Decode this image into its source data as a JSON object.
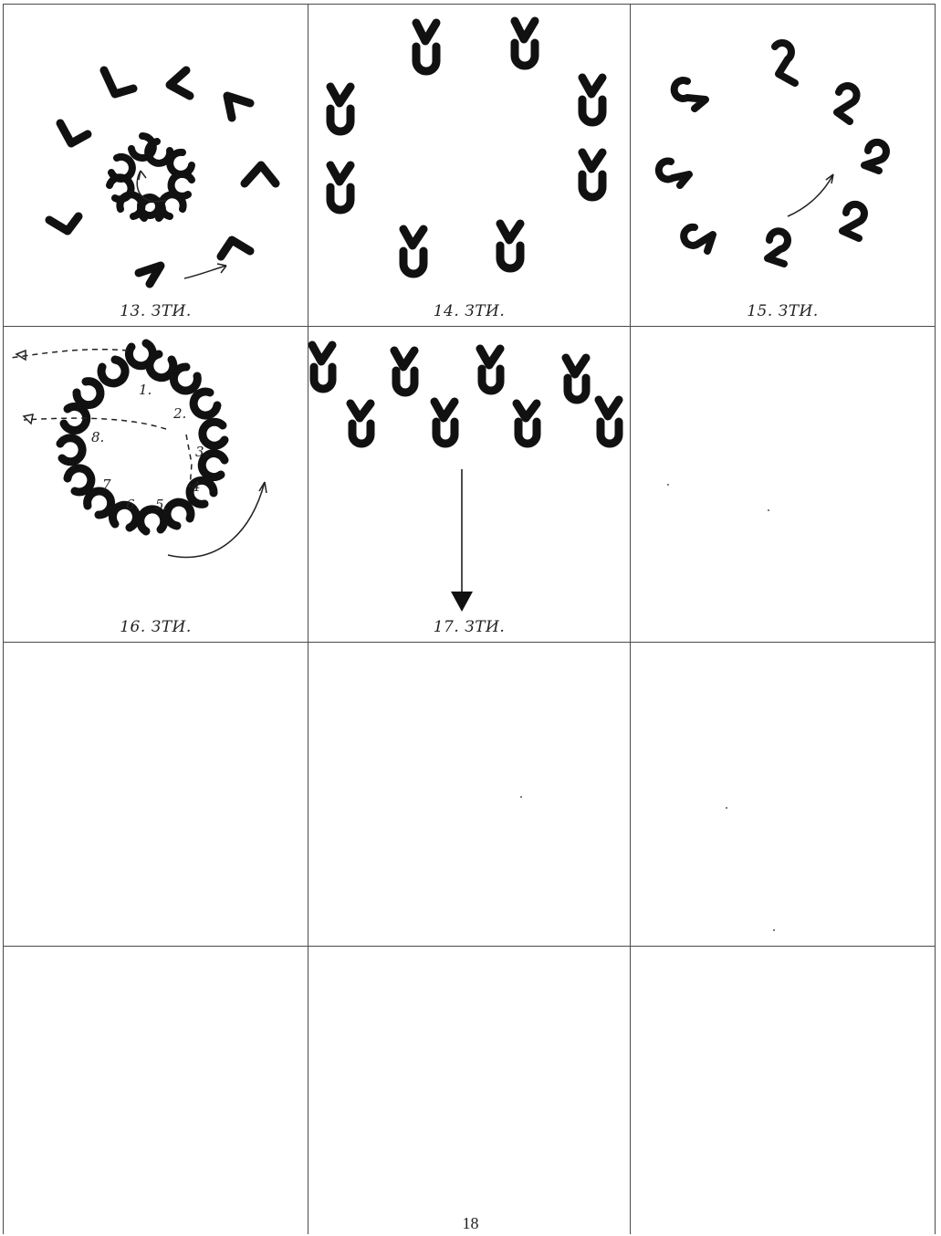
{
  "figures": [
    {
      "caption": "13. ЗТИ.",
      "icons": [
        "chevron-figures",
        "hook-ring",
        "motion-arrow"
      ]
    },
    {
      "caption": "14. ЗТИ.",
      "icons": [
        "y-over-u-figures"
      ]
    },
    {
      "caption": "15. ЗТИ.",
      "icons": [
        "swirl-figures",
        "motion-arrow"
      ]
    },
    {
      "caption": "16. ЗТИ.",
      "labels": [
        "1.",
        "2.",
        "3.",
        "4",
        "5.",
        "6.",
        "7",
        "8."
      ],
      "icons": [
        "hook-ring",
        "dashed-arrows",
        "motion-arrow"
      ]
    },
    {
      "caption": "17. ЗТИ.",
      "icons": [
        "y-over-u-row",
        "down-arrow"
      ]
    }
  ],
  "page_number": "18"
}
